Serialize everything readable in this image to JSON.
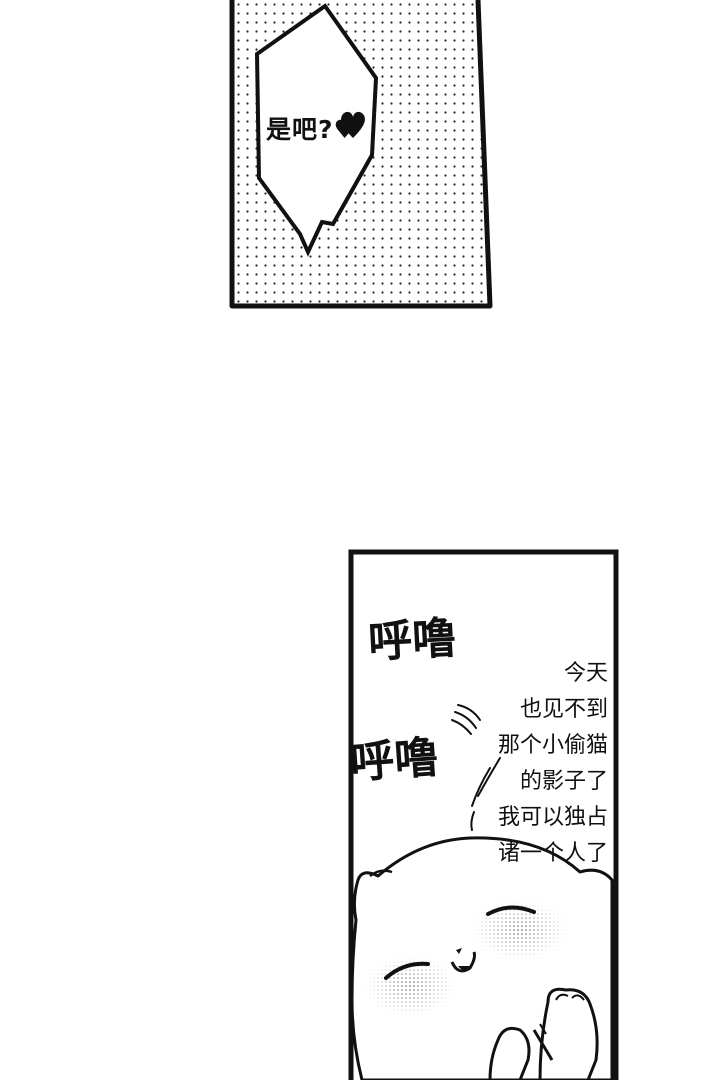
{
  "panel_top": {
    "speech": "是吧?♥"
  },
  "panel_bottom": {
    "sfx": [
      "呼噜",
      "呼噜"
    ],
    "monologue": [
      "今天",
      "也见不到",
      "那个小偷猫",
      "的影子了",
      "我可以独占",
      "诸一个人了"
    ]
  },
  "colors": {
    "ink": "#111111",
    "paper": "#ffffff",
    "blush": "#555555"
  },
  "icons": [
    "heart-icon",
    "cat-face-icon",
    "motion-lines-icon"
  ]
}
